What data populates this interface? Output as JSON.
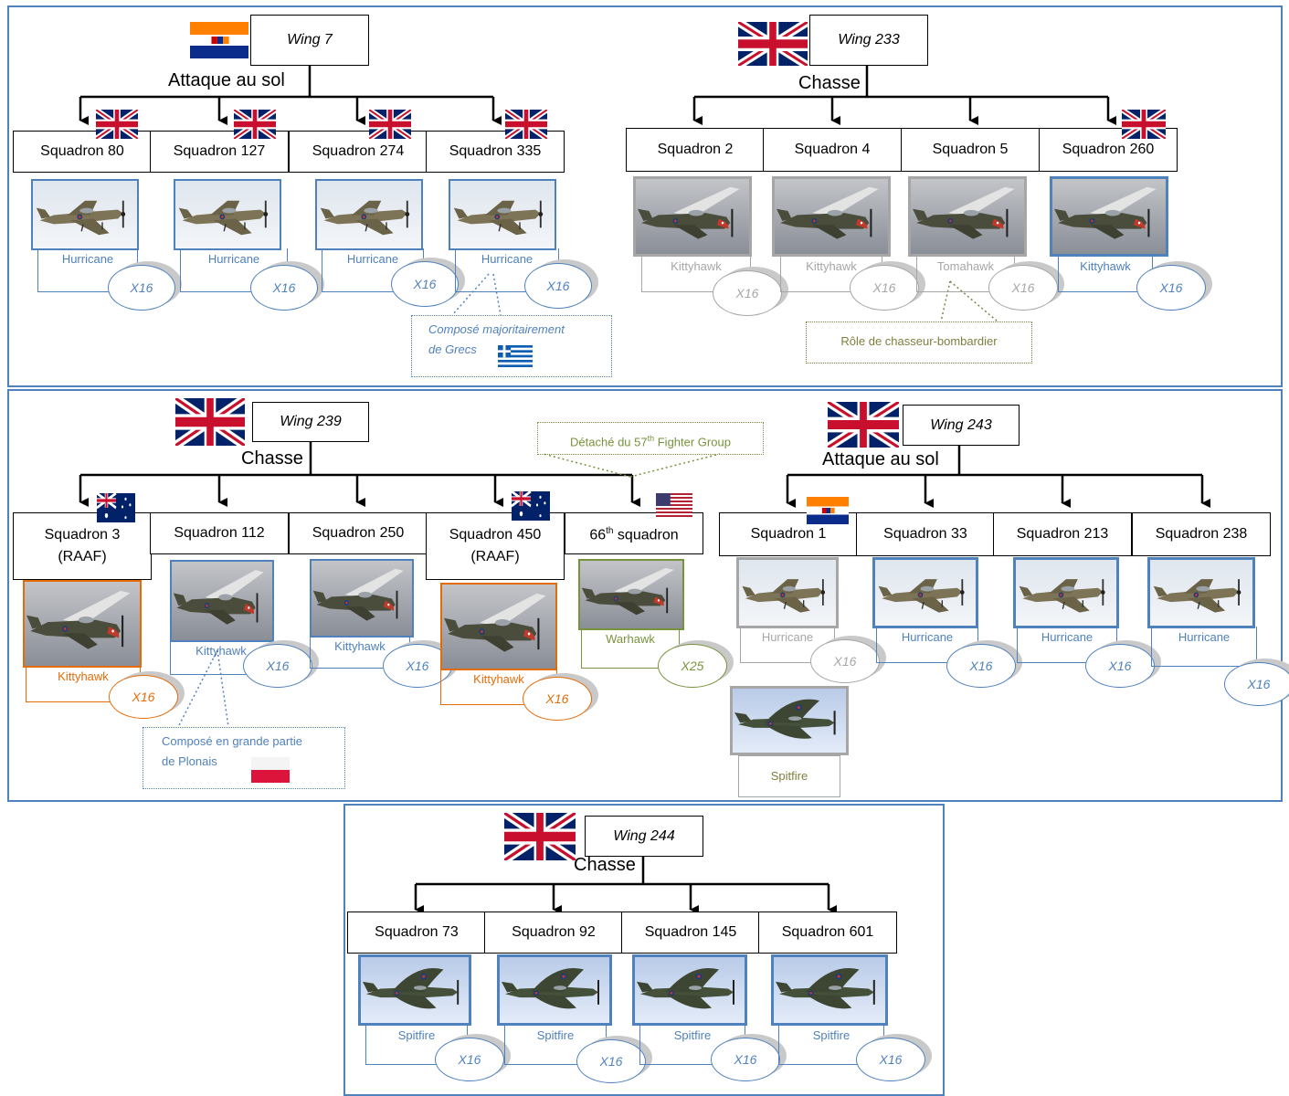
{
  "colors": {
    "frame": "#4f81bd",
    "blue": "#4f81bd",
    "grey": "#a6a6a6",
    "orange": "#e36c09",
    "green": "#77933c",
    "olive": "#7f7f3f",
    "note_blue": "#4f81bd"
  },
  "wing7": {
    "title": "Wing 7",
    "role": "Attaque au sol",
    "flag": "south-africa-flag-icon",
    "squadrons": [
      {
        "name": "Squadron 80",
        "aircraft": "Hurricane",
        "count": "X16",
        "flag": "uk-flag-icon"
      },
      {
        "name": "Squadron 127",
        "aircraft": "Hurricane",
        "count": "X16",
        "flag": "uk-flag-icon"
      },
      {
        "name": "Squadron 274",
        "aircraft": "Hurricane",
        "count": "X16",
        "flag": "uk-flag-icon"
      },
      {
        "name": "Squadron 335",
        "aircraft": "Hurricane",
        "count": "X16",
        "flag": "uk-flag-icon"
      }
    ],
    "note_line1": "Composé majoritairement",
    "note_line2": "de Grecs",
    "note_flag": "greece-flag-icon"
  },
  "wing233": {
    "title": "Wing 233",
    "role": "Chasse",
    "flag": "uk-flag-icon",
    "squadrons": [
      {
        "name": "Squadron 2",
        "aircraft": "Kittyhawk",
        "count": "X16"
      },
      {
        "name": "Squadron 4",
        "aircraft": "Kittyhawk",
        "count": "X16"
      },
      {
        "name": "Squadron 5",
        "aircraft": "Tomahawk",
        "count": "X16"
      },
      {
        "name": "Squadron 260",
        "aircraft": "Kittyhawk",
        "count": "X16",
        "flag": "uk-flag-icon"
      }
    ],
    "note": "Rôle de chasseur-bombardier"
  },
  "wing239": {
    "title": "Wing 239",
    "role": "Chasse",
    "flag": "uk-flag-icon",
    "squadrons": [
      {
        "name": "Squadron 3",
        "sub": "(RAAF)",
        "aircraft": "Kittyhawk",
        "count": "X16",
        "flag": "australia-flag-icon"
      },
      {
        "name": "Squadron 112",
        "aircraft": "Kittyhawk",
        "count": "X16"
      },
      {
        "name": "Squadron 250",
        "aircraft": "Kittyhawk",
        "count": "X16"
      },
      {
        "name": "Squadron 450",
        "sub": "(RAAF)",
        "aircraft": "Kittyhawk",
        "count": "X16",
        "flag": "australia-flag-icon"
      },
      {
        "name_pre": "66",
        "name_sup": "th",
        "name_post": " squadron",
        "aircraft": "Warhawk",
        "count": "X25",
        "flag": "usa-flag-icon"
      }
    ],
    "note_detach_pre": "Détaché du 57",
    "note_detach_sup": "th",
    "note_detach_post": " Fighter Group",
    "note_line1": "Composé en grande partie",
    "note_line2": "de Plonais",
    "note_flag": "poland-flag-icon"
  },
  "wing243": {
    "title": "Wing 243",
    "role": "Attaque au sol",
    "flag": "uk-flag-icon",
    "squadrons": [
      {
        "name": "Squadron 1",
        "aircraft": "Hurricane",
        "count": "X16",
        "flag": "south-africa-flag-icon"
      },
      {
        "name": "Squadron 33",
        "aircraft": "Hurricane",
        "count": "X16"
      },
      {
        "name": "Squadron 213",
        "aircraft": "Hurricane",
        "count": "X16"
      },
      {
        "name": "Squadron 238",
        "aircraft": "Hurricane",
        "count": "X16"
      }
    ],
    "extra_aircraft": "Spitfire"
  },
  "wing244": {
    "title": "Wing 244",
    "role": "Chasse",
    "flag": "uk-flag-icon",
    "squadrons": [
      {
        "name": "Squadron 73",
        "aircraft": "Spitfire",
        "count": "X16"
      },
      {
        "name": "Squadron 92",
        "aircraft": "Spitfire",
        "count": "X16"
      },
      {
        "name": "Squadron 145",
        "aircraft": "Spitfire",
        "count": "X16"
      },
      {
        "name": "Squadron 601",
        "aircraft": "Spitfire",
        "count": "X16"
      }
    ]
  }
}
